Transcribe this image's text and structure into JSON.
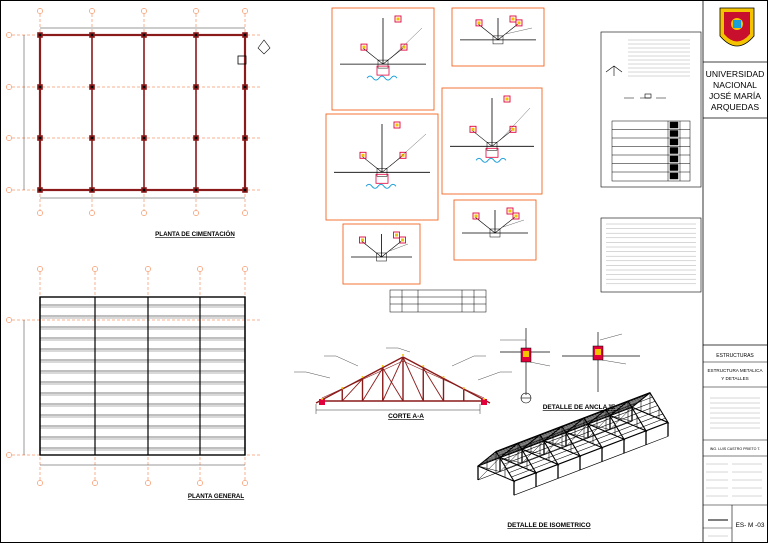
{
  "titles": {
    "foundation": "PLANTA DE CIMENTACIÓN",
    "general": "PLANTA GENERAL",
    "section": "CORTE A-A",
    "anchor": "DETALLE DE ANCLAJE",
    "isometric": "DETALLE DE ISOMETRICO"
  },
  "title_block": {
    "university": [
      "UNIVERSIDAD",
      "NACIONAL",
      "JOSÉ MARÍA",
      "ARQUEDAS"
    ],
    "specialty": "ESTRUCTURAS",
    "content": [
      "ESTRUCTURA METALICA",
      "Y DETALLES"
    ],
    "sheet_code": "ES- M -03",
    "author": "ING. LUIS CASTRO PRIETO T."
  },
  "colors": {
    "line": "#000000",
    "beam": "#8b1a1a",
    "axis": "#f26522",
    "detail_frame": "#f26522",
    "weld_red": "#e0003c",
    "weld_blue": "#1a9fd8",
    "shield_yellow": "#f5c400",
    "shield_red": "#c8102e"
  }
}
